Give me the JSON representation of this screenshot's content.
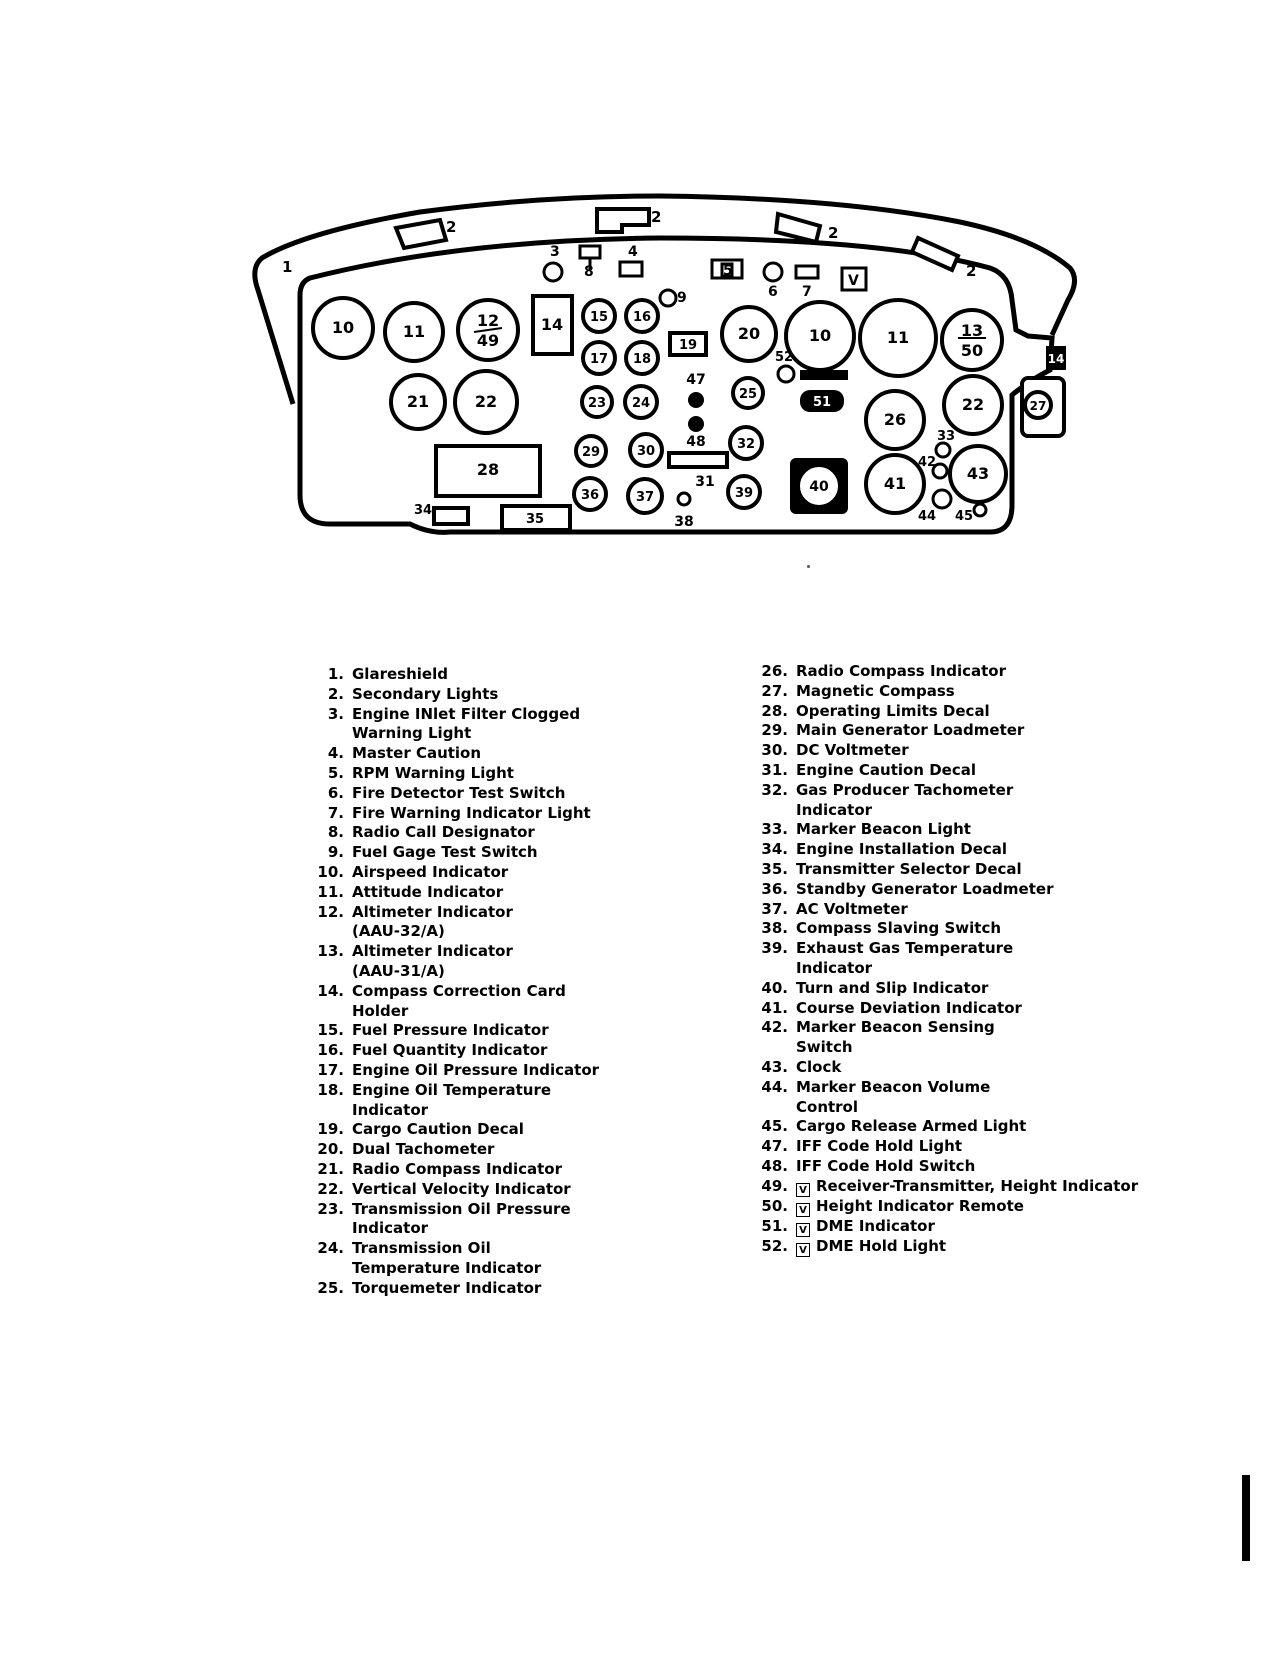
{
  "panel": {
    "callouts": {
      "glareshield": "1",
      "secondary_light": "2",
      "filter_light": "3",
      "master_caution": "4",
      "rpm_light": "5",
      "fire_test": "6",
      "fire_light": "7",
      "fuel_test": "9",
      "dme_hold": "52",
      "iff_light": "47",
      "iff_switch": "48",
      "engine_caution_decal": "31",
      "marker_light": "33",
      "marker_switch": "42",
      "marker_volume": "44",
      "cargo_light": "45",
      "engine_decal": "34",
      "transmitter_decal": "35",
      "compass_slave": "38"
    },
    "instruments": {
      "airspeed_left": "10",
      "attitude_left": "11",
      "altimeter_left_top": "12",
      "altimeter_left_bottom": "49",
      "compass_card": "14",
      "fuel_pressure": "15",
      "fuel_quantity": "16",
      "eng_oil_press": "17",
      "eng_oil_temp": "18",
      "cargo_decal": "19",
      "dual_tach": "20",
      "airspeed_right": "10",
      "attitude_right": "11",
      "altimeter_right_top": "13",
      "altimeter_right_bottom": "50",
      "radio_compass_left": "21",
      "vvi_left": "22",
      "trans_oil_press": "23",
      "trans_oil_temp": "24",
      "torquemeter": "25",
      "dme_indicator": "51",
      "radio_compass_right": "26",
      "vvi_right": "22",
      "magnetic_compass": "27",
      "limits_decal": "28",
      "gen_loadmeter": "29",
      "dc_voltmeter": "30",
      "gp_tach": "32",
      "standby_loadmeter": "36",
      "ac_voltmeter": "37",
      "egt": "39",
      "turn_slip": "40",
      "cdi": "41",
      "clock": "43",
      "radio_call": "8",
      "v_symbol": "V"
    }
  },
  "legend": {
    "left": [
      {
        "num": "1.",
        "lines": [
          "Glareshield"
        ]
      },
      {
        "num": "2.",
        "lines": [
          "Secondary Lights"
        ]
      },
      {
        "num": "3.",
        "lines": [
          "Engine INlet Filter Clogged",
          "Warning Light"
        ]
      },
      {
        "num": "4.",
        "lines": [
          "Master Caution"
        ]
      },
      {
        "num": "5.",
        "lines": [
          "RPM Warning Light"
        ]
      },
      {
        "num": "6.",
        "lines": [
          "Fire Detector Test Switch"
        ]
      },
      {
        "num": "7.",
        "lines": [
          "Fire Warning Indicator Light"
        ]
      },
      {
        "num": "8.",
        "lines": [
          "Radio Call Designator"
        ]
      },
      {
        "num": "9.",
        "lines": [
          "Fuel Gage Test Switch"
        ]
      },
      {
        "num": "10.",
        "lines": [
          "Airspeed Indicator"
        ]
      },
      {
        "num": "11.",
        "lines": [
          "Attitude Indicator"
        ]
      },
      {
        "num": "12.",
        "lines": [
          "Altimeter Indicator",
          "(AAU-32/A)"
        ]
      },
      {
        "num": "13.",
        "lines": [
          "Altimeter Indicator",
          "(AAU-31/A)"
        ]
      },
      {
        "num": "14.",
        "lines": [
          "Compass Correction Card",
          "Holder"
        ]
      },
      {
        "num": "15.",
        "lines": [
          "Fuel Pressure Indicator"
        ]
      },
      {
        "num": "16.",
        "lines": [
          "Fuel Quantity Indicator"
        ]
      },
      {
        "num": "17.",
        "lines": [
          "Engine Oil Pressure Indicator"
        ]
      },
      {
        "num": "18.",
        "lines": [
          "Engine Oil Temperature",
          "Indicator"
        ]
      },
      {
        "num": "19.",
        "lines": [
          "Cargo Caution Decal"
        ]
      },
      {
        "num": "20.",
        "lines": [
          "Dual Tachometer"
        ]
      },
      {
        "num": "21.",
        "lines": [
          "Radio Compass Indicator"
        ]
      },
      {
        "num": "22.",
        "lines": [
          "Vertical Velocity Indicator"
        ]
      },
      {
        "num": "23.",
        "lines": [
          "Transmission Oil Pressure",
          "Indicator"
        ]
      },
      {
        "num": "24.",
        "lines": [
          "Transmission Oil",
          "Temperature Indicator"
        ]
      },
      {
        "num": "25.",
        "lines": [
          "Torquemeter Indicator"
        ]
      }
    ],
    "right": [
      {
        "num": "26.",
        "lines": [
          "Radio Compass Indicator"
        ]
      },
      {
        "num": "27.",
        "lines": [
          "Magnetic Compass"
        ]
      },
      {
        "num": "28.",
        "lines": [
          "Operating Limits Decal"
        ]
      },
      {
        "num": "29.",
        "lines": [
          "Main Generator Loadmeter"
        ]
      },
      {
        "num": "30.",
        "lines": [
          "DC Voltmeter"
        ]
      },
      {
        "num": "31.",
        "lines": [
          "Engine Caution Decal"
        ]
      },
      {
        "num": "32.",
        "lines": [
          "Gas Producer Tachometer",
          "Indicator"
        ]
      },
      {
        "num": "33.",
        "lines": [
          "Marker Beacon Light"
        ]
      },
      {
        "num": "34.",
        "lines": [
          "Engine Installation Decal"
        ]
      },
      {
        "num": "35.",
        "lines": [
          "Transmitter Selector Decal"
        ]
      },
      {
        "num": "36.",
        "lines": [
          "Standby Generator Loadmeter"
        ]
      },
      {
        "num": "37.",
        "lines": [
          "AC Voltmeter"
        ]
      },
      {
        "num": "38.",
        "lines": [
          "Compass Slaving Switch"
        ]
      },
      {
        "num": "39.",
        "lines": [
          "Exhaust Gas Temperature",
          "Indicator"
        ]
      },
      {
        "num": "40.",
        "lines": [
          "Turn and Slip Indicator"
        ]
      },
      {
        "num": "41.",
        "lines": [
          "Course Deviation Indicator"
        ]
      },
      {
        "num": "42.",
        "lines": [
          "Marker Beacon Sensing",
          "Switch"
        ]
      },
      {
        "num": "43.",
        "lines": [
          "Clock"
        ]
      },
      {
        "num": "44.",
        "lines": [
          "Marker Beacon Volume",
          "Control"
        ]
      },
      {
        "num": "45.",
        "lines": [
          "Cargo Release Armed Light"
        ]
      },
      {
        "num": "47.",
        "lines": [
          "IFF Code Hold Light"
        ]
      },
      {
        "num": "48.",
        "lines": [
          "IFF Code Hold Switch"
        ]
      },
      {
        "num": "49.",
        "box": "V",
        "lines": [
          "Receiver-Transmitter, Height Indicator"
        ]
      },
      {
        "num": "50.",
        "box": "V",
        "lines": [
          "Height Indicator Remote"
        ]
      },
      {
        "num": "51.",
        "box": "V",
        "lines": [
          "DME Indicator"
        ]
      },
      {
        "num": "52.",
        "box": "V",
        "lines": [
          "DME Hold Light"
        ]
      }
    ]
  }
}
